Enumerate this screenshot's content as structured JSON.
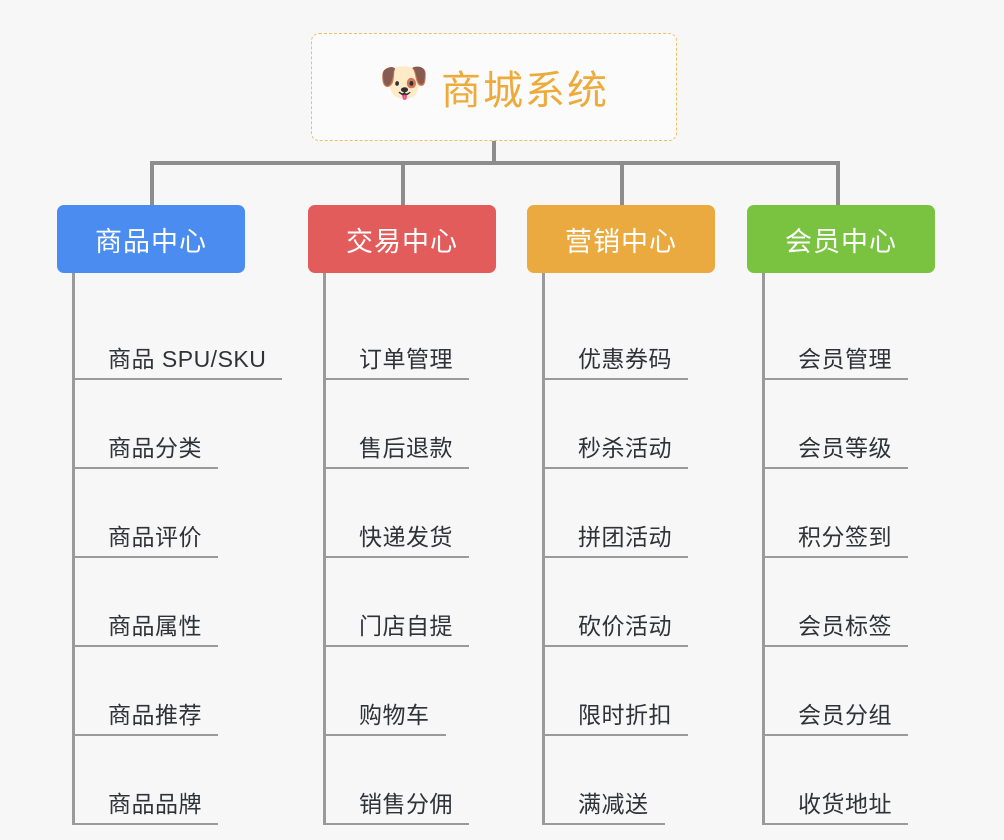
{
  "root": {
    "icon": "dog-face-icon",
    "emoji": "🐶",
    "title": "商城系统",
    "border_color": "#f0c060",
    "text_color": "#edab3c"
  },
  "canvas": {
    "background": "#f7f7f7",
    "connector_color": "#8d8d8d",
    "rail_color": "#9a9a9a",
    "leaf_text_color": "#2f3237"
  },
  "categories": [
    {
      "label": "商品中心",
      "color": "#4a8cf0",
      "items": [
        {
          "label": "商品 SPU/SKU"
        },
        {
          "label": "商品分类"
        },
        {
          "label": "商品评价"
        },
        {
          "label": "商品属性"
        },
        {
          "label": "商品推荐"
        },
        {
          "label": "商品品牌"
        }
      ]
    },
    {
      "label": "交易中心",
      "color": "#e35c5c",
      "items": [
        {
          "label": "订单管理"
        },
        {
          "label": "售后退款"
        },
        {
          "label": "快递发货"
        },
        {
          "label": "门店自提"
        },
        {
          "label": "购物车"
        },
        {
          "label": "销售分佣"
        }
      ]
    },
    {
      "label": "营销中心",
      "color": "#eaaa3f",
      "items": [
        {
          "label": "优惠券码"
        },
        {
          "label": "秒杀活动"
        },
        {
          "label": "拼团活动"
        },
        {
          "label": "砍价活动"
        },
        {
          "label": "限时折扣"
        },
        {
          "label": "满减送"
        }
      ]
    },
    {
      "label": "会员中心",
      "color": "#79c341",
      "items": [
        {
          "label": "会员管理"
        },
        {
          "label": "会员等级"
        },
        {
          "label": "积分签到"
        },
        {
          "label": "会员标签"
        },
        {
          "label": "会员分组"
        },
        {
          "label": "收货地址"
        }
      ]
    }
  ]
}
